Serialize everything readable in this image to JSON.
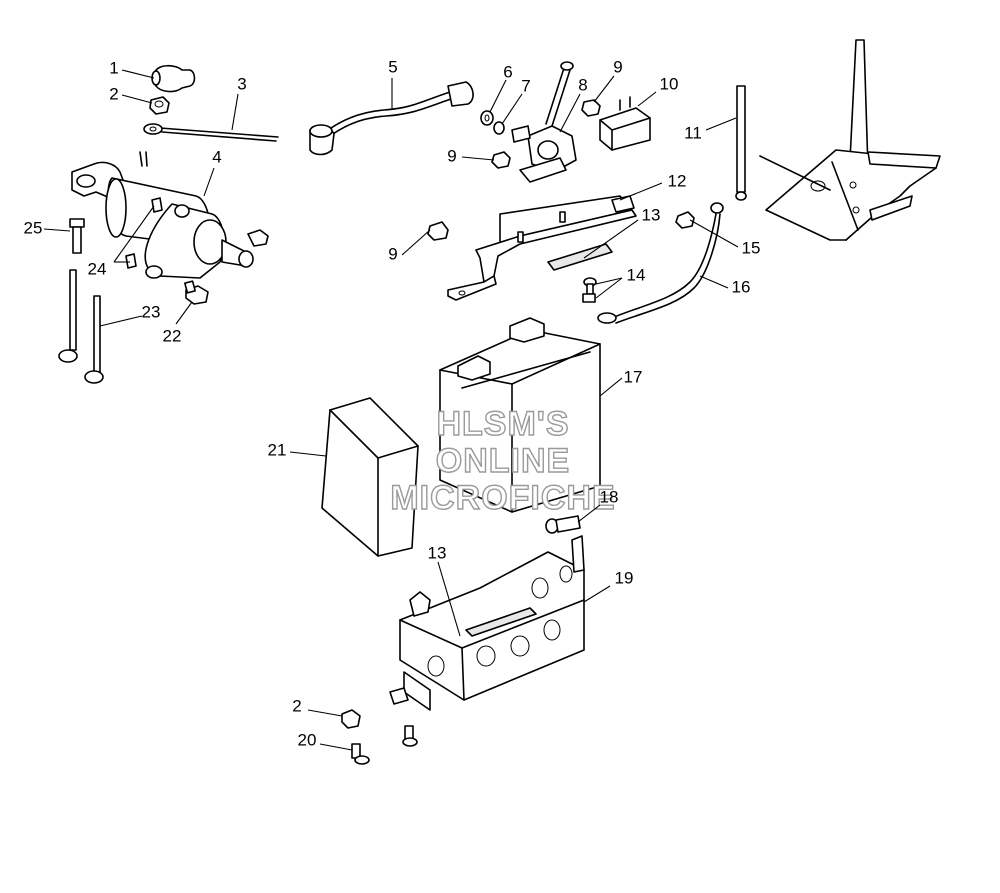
{
  "watermark": {
    "lines": [
      "HLSM'S",
      "ONLINE",
      "MICROFICHE"
    ]
  },
  "callouts": [
    {
      "id": "c1",
      "label": "1"
    },
    {
      "id": "c2a",
      "label": "2"
    },
    {
      "id": "c3",
      "label": "3"
    },
    {
      "id": "c4",
      "label": "4"
    },
    {
      "id": "c5",
      "label": "5"
    },
    {
      "id": "c6",
      "label": "6"
    },
    {
      "id": "c7",
      "label": "7"
    },
    {
      "id": "c8",
      "label": "8"
    },
    {
      "id": "c9a",
      "label": "9"
    },
    {
      "id": "c9b",
      "label": "9"
    },
    {
      "id": "c9c",
      "label": "9"
    },
    {
      "id": "c10",
      "label": "10"
    },
    {
      "id": "c11",
      "label": "11"
    },
    {
      "id": "c12",
      "label": "12"
    },
    {
      "id": "c13a",
      "label": "13"
    },
    {
      "id": "c13b",
      "label": "13"
    },
    {
      "id": "c14",
      "label": "14"
    },
    {
      "id": "c15",
      "label": "15"
    },
    {
      "id": "c16",
      "label": "16"
    },
    {
      "id": "c17",
      "label": "17"
    },
    {
      "id": "c18",
      "label": "18"
    },
    {
      "id": "c19",
      "label": "19"
    },
    {
      "id": "c2b",
      "label": "2"
    },
    {
      "id": "c20",
      "label": "20"
    },
    {
      "id": "c21",
      "label": "21"
    },
    {
      "id": "c22",
      "label": "22"
    },
    {
      "id": "c23",
      "label": "23"
    },
    {
      "id": "c24",
      "label": "24"
    },
    {
      "id": "c25",
      "label": "25"
    }
  ]
}
